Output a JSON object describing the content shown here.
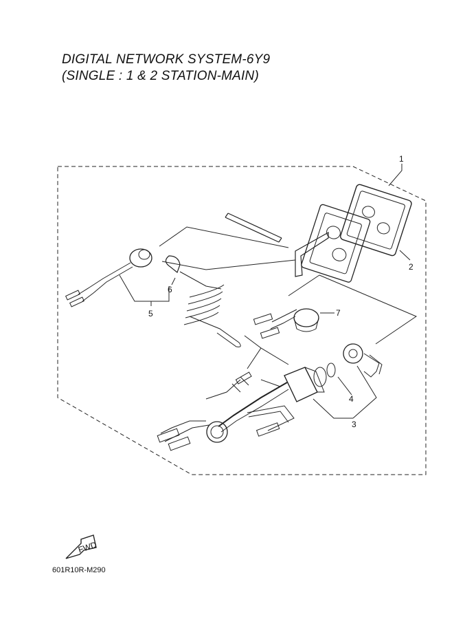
{
  "title": {
    "line1": "DIGITAL NETWORK SYSTEM-6Y9",
    "line2": "(SINGLE : 1 & 2 STATION-MAIN)"
  },
  "callouts": [
    "1",
    "2",
    "3",
    "4",
    "5",
    "6",
    "7"
  ],
  "fwd_label": "FWD",
  "drawing_code": "601R10R-M290"
}
